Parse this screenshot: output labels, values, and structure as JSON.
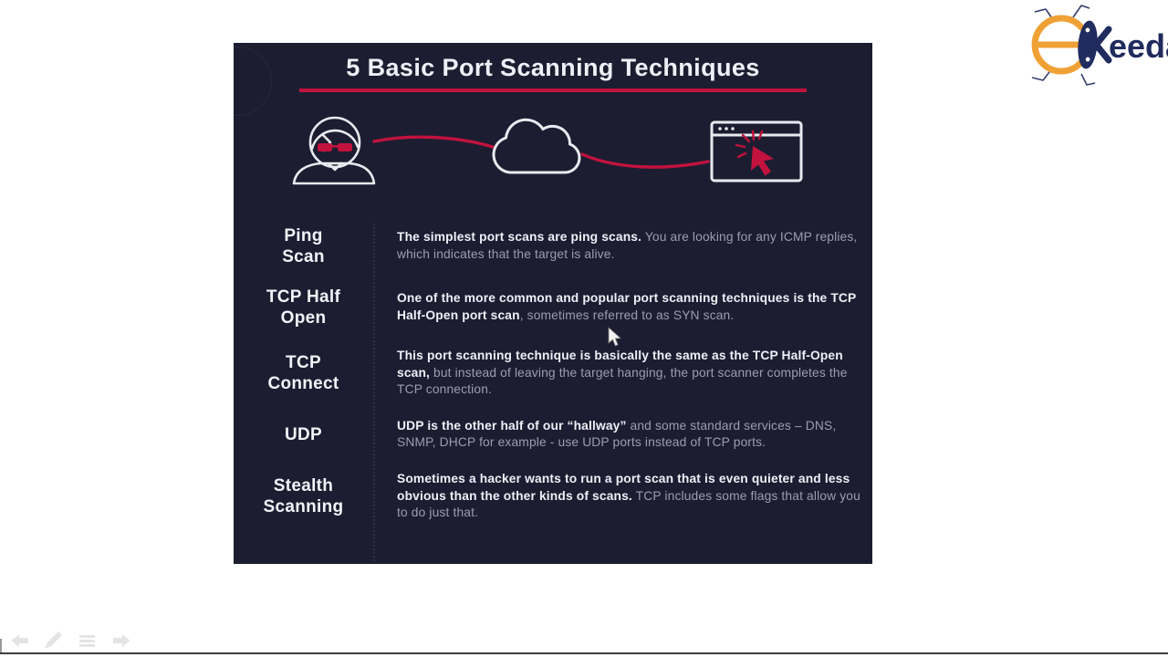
{
  "colors": {
    "slide_background": "#1d1d31",
    "accent_red": "#c2123e",
    "text_bright": "#eef0f7",
    "text_dim": "#9b9db1",
    "logo_orange": "#f0a136",
    "logo_navy": "#202b5e",
    "toolbar_gray": "#e4e4e4"
  },
  "logo": {
    "brand_mark": "E-bug-icon",
    "brand_text": "eeda"
  },
  "slide": {
    "title": "5 Basic Port Scanning Techniques",
    "flow_icons": [
      "hacker-icon",
      "cloud-icon",
      "browser-click-icon"
    ],
    "rows": [
      {
        "label": [
          "Ping",
          "Scan"
        ],
        "desc_bold": "The simplest port scans are ping scans.",
        "desc_rest": " You are looking for any ICMP replies, which indicates that the target is alive."
      },
      {
        "label": [
          "TCP Half",
          "Open"
        ],
        "desc_bold": "One of the more common and popular port scanning techniques is the TCP Half-Open port scan",
        "desc_rest": ", sometimes referred to as SYN scan."
      },
      {
        "label": [
          "TCP",
          "Connect"
        ],
        "desc_bold": "This port scanning technique is basically the same as the TCP Half-Open scan,",
        "desc_rest": " but instead of leaving the target hanging, the port scanner completes the TCP connection."
      },
      {
        "label": [
          "UDP"
        ],
        "desc_bold": "UDP is the other half of our “hallway”",
        "desc_rest": " and some standard services – DNS, SNMP, DHCP for example - use UDP ports instead of TCP ports."
      },
      {
        "label": [
          "Stealth",
          "Scanning"
        ],
        "desc_bold": "Sometimes a hacker wants to run a port scan that is even quieter and less obvious than the other kinds of scans.",
        "desc_rest": " TCP includes some flags that allow you to do just that."
      }
    ]
  },
  "toolbar": {
    "icons": [
      "previous-arrow",
      "pen",
      "menu",
      "next-arrow"
    ]
  }
}
